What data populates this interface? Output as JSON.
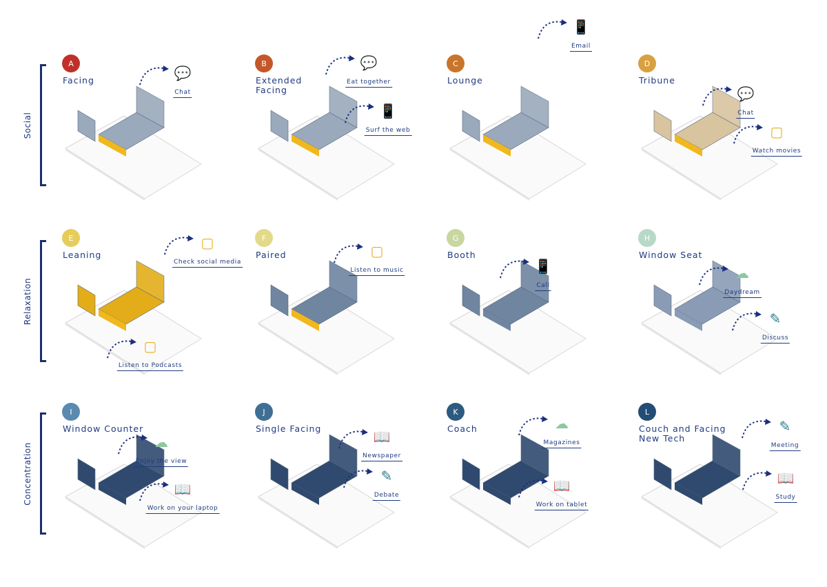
{
  "sections": [
    {
      "label": "Social",
      "cards": [
        {
          "letter": "A",
          "title": "Facing",
          "color": "#c0302a",
          "activities": [
            {
              "label": "Chat",
              "icon": "chat-icon"
            }
          ]
        },
        {
          "letter": "B",
          "title": "Extended\nFacing",
          "color": "#c4572a",
          "activities": [
            {
              "label": "Eat together",
              "icon": "chat-icon"
            },
            {
              "label": "Surf the web",
              "icon": "phone-icon"
            }
          ]
        },
        {
          "letter": "C",
          "title": "Lounge",
          "color": "#c8742a",
          "activities": [
            {
              "label": "Email",
              "icon": "phone-icon"
            }
          ]
        },
        {
          "letter": "D",
          "title": "Tribune",
          "color": "#d9a040",
          "activities": [
            {
              "label": "Chat",
              "icon": "chat-icon"
            },
            {
              "label": "Watch movies",
              "icon": "tablet-icon"
            }
          ]
        }
      ]
    },
    {
      "label": "Relaxation",
      "cards": [
        {
          "letter": "E",
          "title": "Leaning",
          "color": "#e6cc5a",
          "activities": [
            {
              "label": "Check social media",
              "icon": "tablet-icon"
            },
            {
              "label": "Listen to Podcasts",
              "icon": "tablet-icon"
            }
          ]
        },
        {
          "letter": "F",
          "title": "Paired",
          "color": "#e3d98a",
          "activities": [
            {
              "label": "Listen to music",
              "icon": "tablet-icon"
            }
          ]
        },
        {
          "letter": "G",
          "title": "Booth",
          "color": "#c8d6a0",
          "activities": [
            {
              "label": "Call",
              "icon": "phone-icon"
            }
          ]
        },
        {
          "letter": "H",
          "title": "Window Seat",
          "color": "#b8d9c8",
          "activities": [
            {
              "label": "Daydream",
              "icon": "cloud-icon"
            },
            {
              "label": "Discuss",
              "icon": "pen-icon"
            }
          ]
        }
      ]
    },
    {
      "label": "Concentration",
      "cards": [
        {
          "letter": "I",
          "title": "Window Counter",
          "color": "#5a8ab0",
          "activities": [
            {
              "label": "Enjoy the view",
              "icon": "cloud-icon"
            },
            {
              "label": "Work on your laptop",
              "icon": "book-icon"
            }
          ]
        },
        {
          "letter": "J",
          "title": "Single Facing",
          "color": "#3f6f95",
          "activities": [
            {
              "label": "Newspaper",
              "icon": "book-icon"
            },
            {
              "label": "Debate",
              "icon": "pen-icon"
            }
          ]
        },
        {
          "letter": "K",
          "title": "Coach",
          "color": "#2d5a80",
          "activities": [
            {
              "label": "Magazines",
              "icon": "cloud-icon"
            },
            {
              "label": "Work on tablet",
              "icon": "book-icon"
            }
          ]
        },
        {
          "letter": "L",
          "title": "Couch and Facing\nNew Tech",
          "color": "#234d75",
          "activities": [
            {
              "label": "Meeting",
              "icon": "pen-icon"
            },
            {
              "label": "Study",
              "icon": "book-icon"
            }
          ]
        }
      ]
    }
  ],
  "icon_colors": {
    "chat-icon": "#c0201e",
    "phone-icon": "#e0701e",
    "tablet-icon": "#e8b020",
    "cloud-icon": "#8cc8a0",
    "pen-icon": "#2a7a8a",
    "book-icon": "#1f4f80"
  },
  "seat_palettes": [
    "#9aa9bb",
    "#9aa9bb",
    "#9aa9bb",
    "#d9c4a0",
    "#e3ad1a",
    "#6f85a0",
    "#6f85a0",
    "#8a9cb5",
    "#2f4a6e",
    "#2f4a6e",
    "#2f4a6e",
    "#2f4a6e"
  ]
}
